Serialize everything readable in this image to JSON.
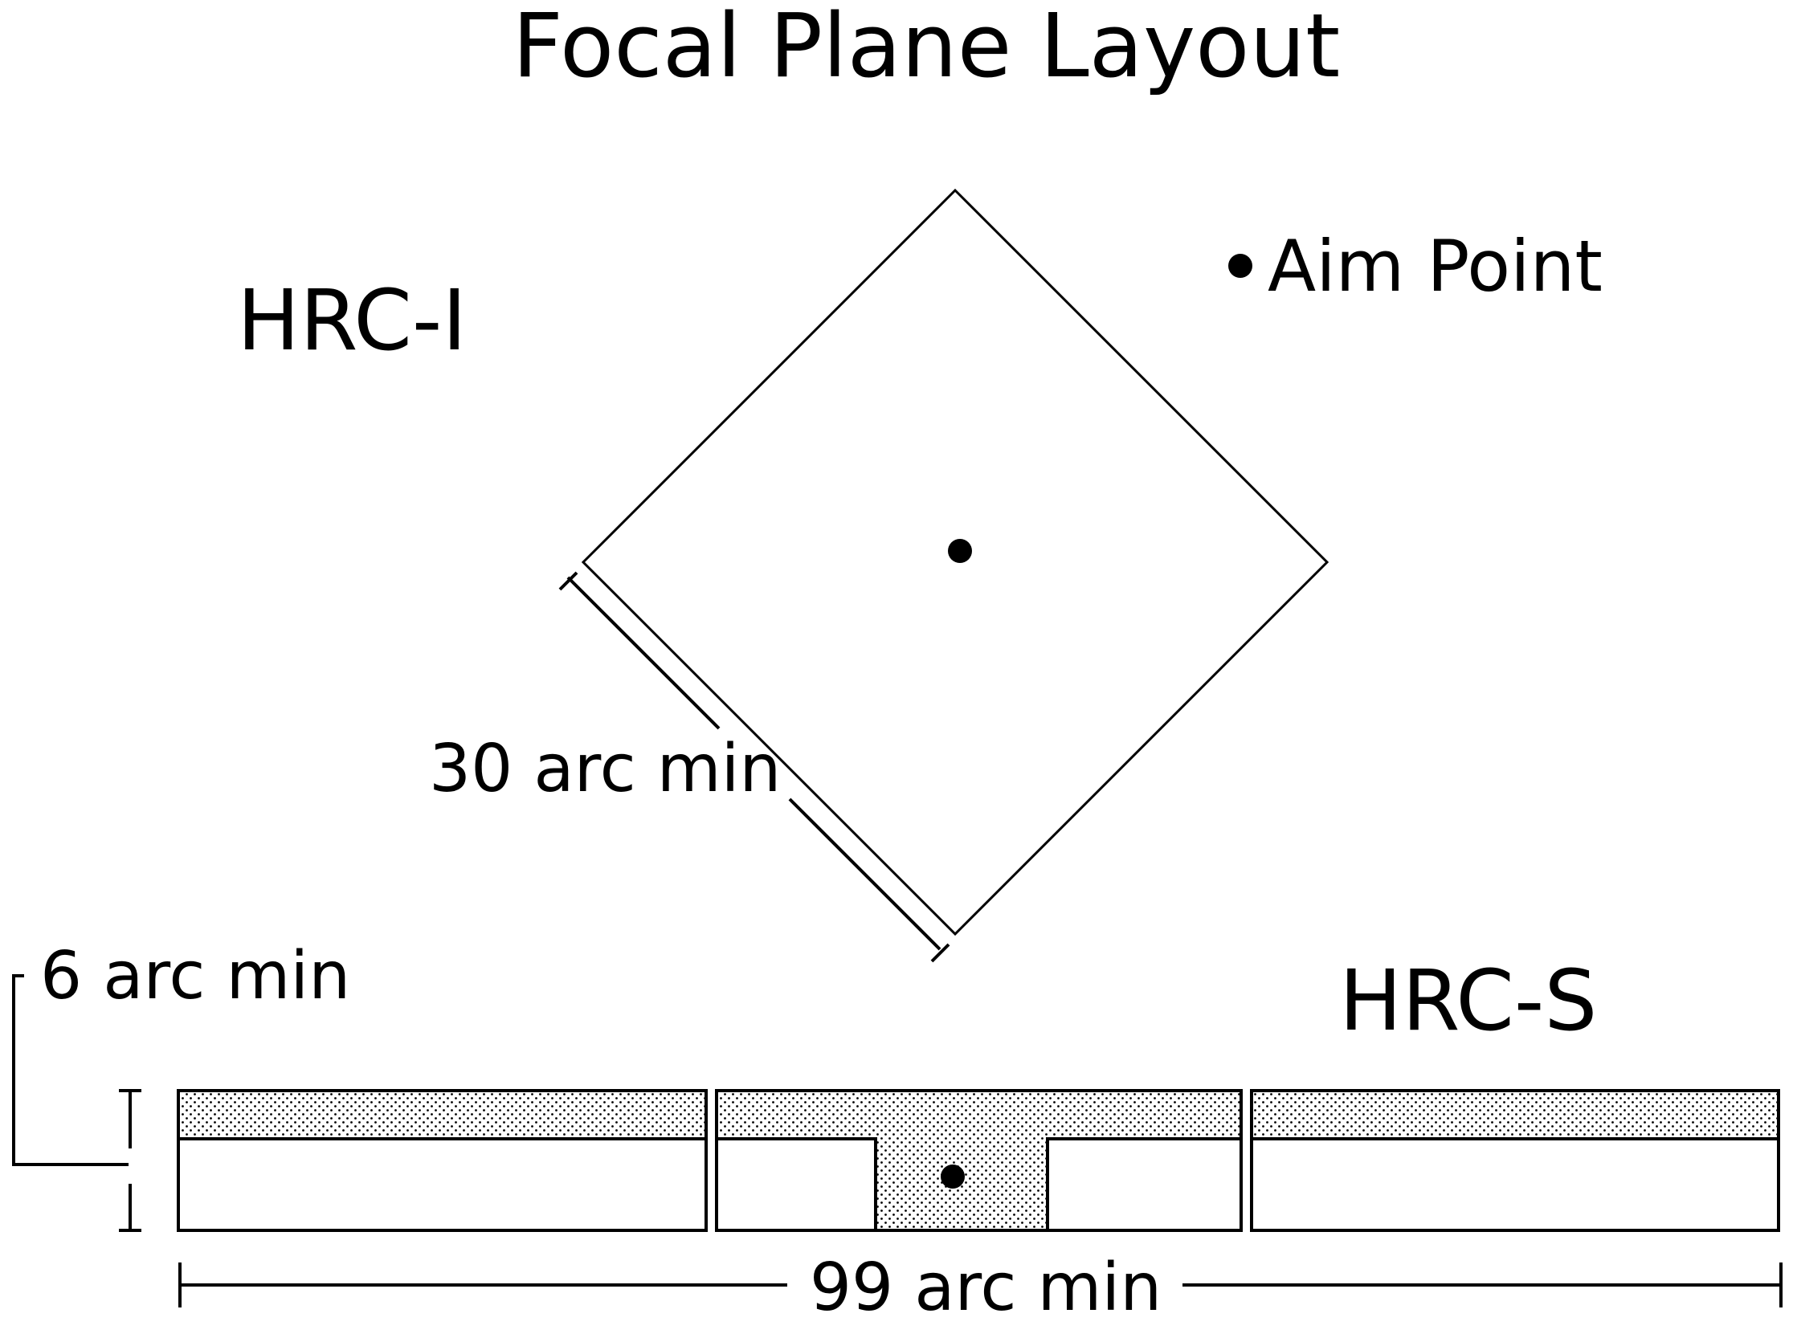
{
  "title": "Focal Plane Layout",
  "hrc_i": {
    "label": "HRC-I",
    "side_dimension": "30 arc min"
  },
  "hrc_s": {
    "label": "HRC-S",
    "height_dimension": "6 arc min",
    "length_dimension": "99 arc min"
  },
  "legend": {
    "aim_point_label": "Aim Point"
  },
  "colors": {
    "ink": "#000000",
    "background": "#ffffff"
  }
}
